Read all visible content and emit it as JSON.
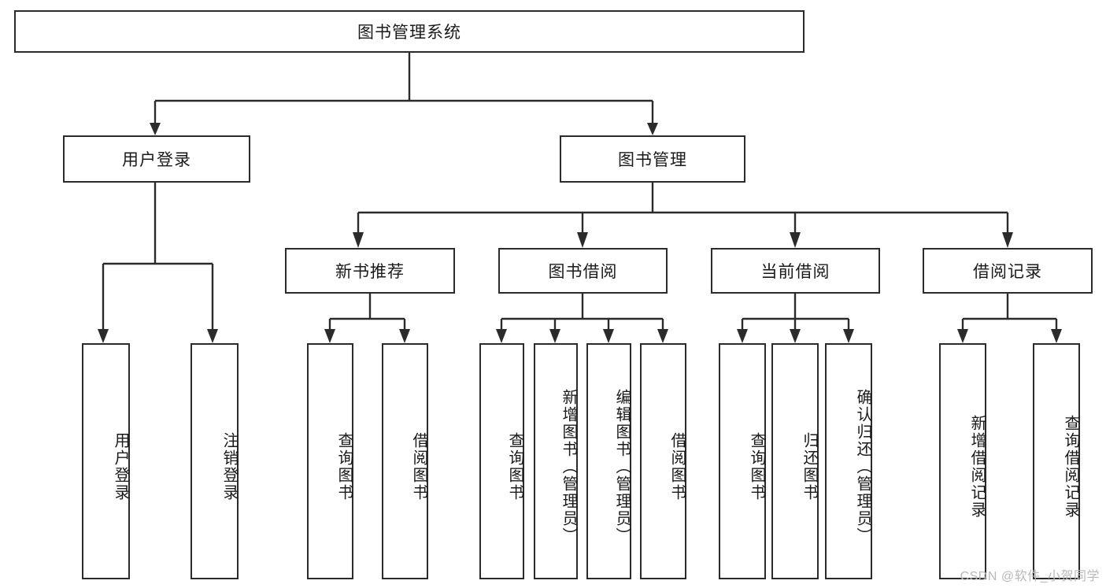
{
  "diagram": {
    "type": "tree",
    "title": "图书管理系统",
    "root": {
      "label": "图书管理系统"
    },
    "level2": [
      {
        "label": "用户登录"
      },
      {
        "label": "图书管理"
      }
    ],
    "level3": [
      {
        "label": "新书推荐"
      },
      {
        "label": "图书借阅"
      },
      {
        "label": "当前借阅"
      },
      {
        "label": "借阅记录"
      }
    ],
    "leaves": {
      "user_login": [
        {
          "label": "用户登录"
        },
        {
          "label": "注销登录"
        }
      ],
      "new_book_recommend": [
        {
          "label": "查询图书"
        },
        {
          "label": "借阅图书"
        }
      ],
      "book_borrow": [
        {
          "label": "查询图书"
        },
        {
          "label": "新增图书（管理员）"
        },
        {
          "label": "编辑图书（管理员）"
        },
        {
          "label": "借阅图书"
        }
      ],
      "current_borrow": [
        {
          "label": "查询图书"
        },
        {
          "label": "归还图书"
        },
        {
          "label": "确认归还（管理员）"
        }
      ],
      "borrow_record": [
        {
          "label": "新增借阅记录"
        },
        {
          "label": "查询借阅记录"
        }
      ]
    },
    "watermark": "CSDN @软件_小贺同学",
    "colors": {
      "stroke": "#2b2b2b",
      "background": "#ffffff",
      "text": "#1a1a1a",
      "watermark": "#b9b9b9"
    }
  }
}
